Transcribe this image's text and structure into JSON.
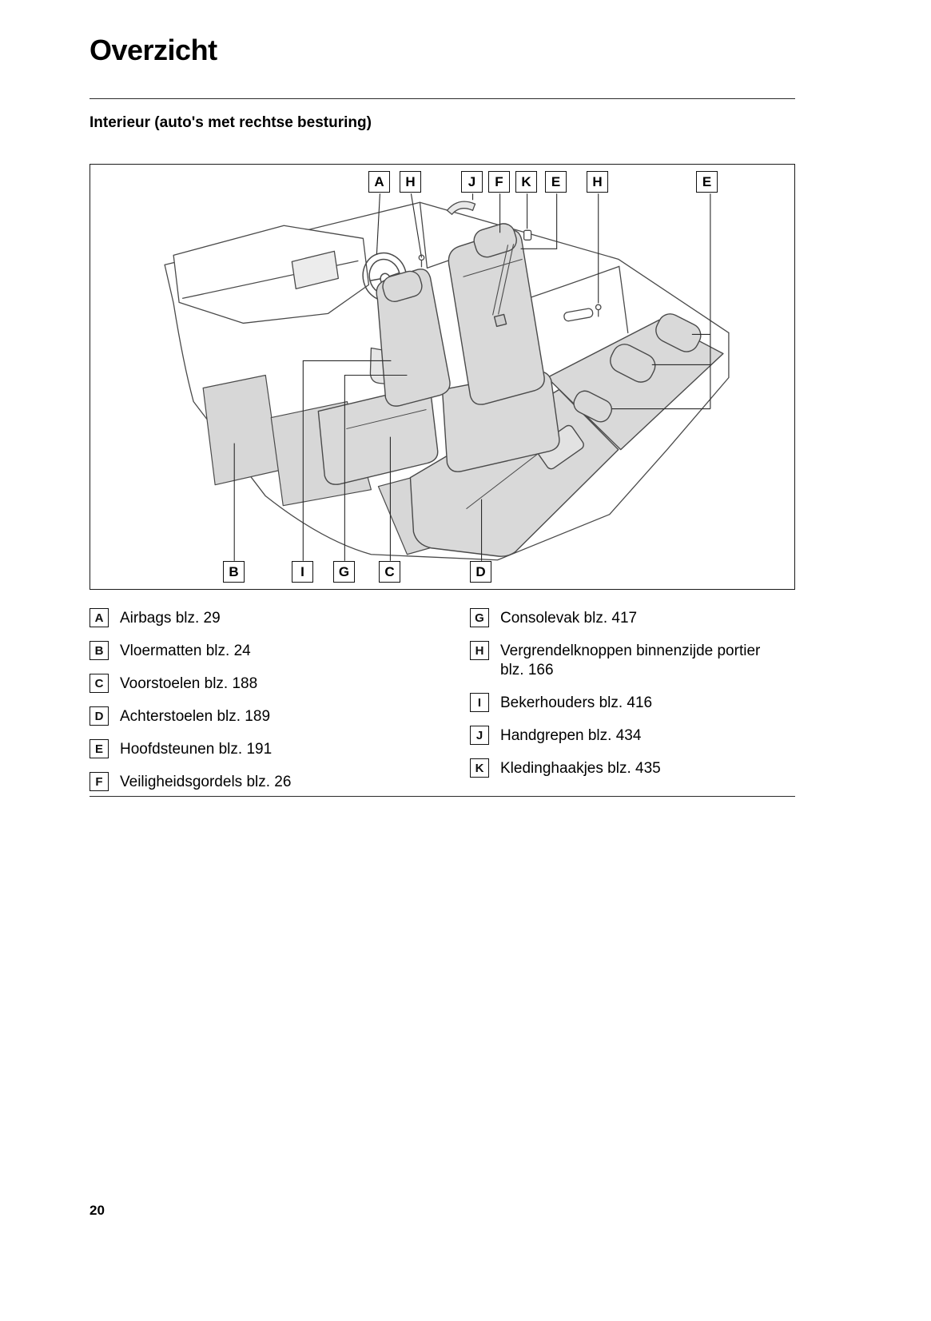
{
  "page": {
    "title": "Overzicht",
    "subtitle": "Interieur (auto's met rechtse besturing)",
    "page_number": "20"
  },
  "figure": {
    "description": "line-drawing-of-car-interior-right-hand-drive",
    "top_callouts": [
      "A",
      "H",
      "J",
      "F",
      "K",
      "E",
      "H",
      "E"
    ],
    "bottom_callouts": [
      "B",
      "I",
      "G",
      "C",
      "D"
    ]
  },
  "legend": {
    "left": [
      {
        "letter": "A",
        "text": "Airbags blz. 29"
      },
      {
        "letter": "B",
        "text": "Vloermatten blz. 24"
      },
      {
        "letter": "C",
        "text": "Voorstoelen blz. 188"
      },
      {
        "letter": "D",
        "text": "Achterstoelen blz. 189"
      },
      {
        "letter": "E",
        "text": "Hoofdsteunen blz. 191"
      },
      {
        "letter": "F",
        "text": "Veiligheidsgordels blz. 26"
      }
    ],
    "right": [
      {
        "letter": "G",
        "text": "Consolevak blz. 417"
      },
      {
        "letter": "H",
        "text": "Vergrendelknoppen binnenzijde portier blz. 166"
      },
      {
        "letter": "I",
        "text": "Bekerhouders blz. 416"
      },
      {
        "letter": "J",
        "text": "Handgrepen blz. 434"
      },
      {
        "letter": "K",
        "text": "Kledinghaakjes blz. 435"
      }
    ]
  }
}
